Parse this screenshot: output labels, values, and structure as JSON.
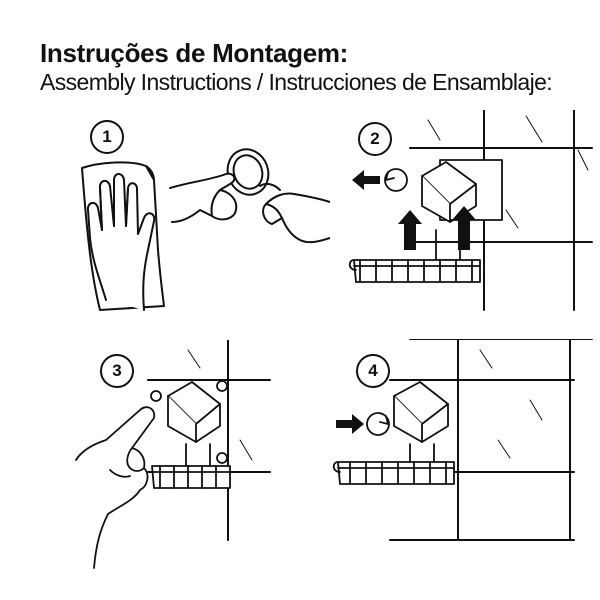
{
  "header": {
    "title": "Instruções de Montagem:",
    "subtitle": "Assembly Instructions / Instrucciones de Ensamblaje:"
  },
  "steps": [
    {
      "number": "1"
    },
    {
      "number": "2"
    },
    {
      "number": "3"
    },
    {
      "number": "4"
    }
  ],
  "icons": [
    "wiping-hand-icon",
    "suction-cup-hands-icon",
    "rotate-icon",
    "arrow-left-icon",
    "arrow-up-icon",
    "arrow-right-icon",
    "finger-press-icon"
  ]
}
